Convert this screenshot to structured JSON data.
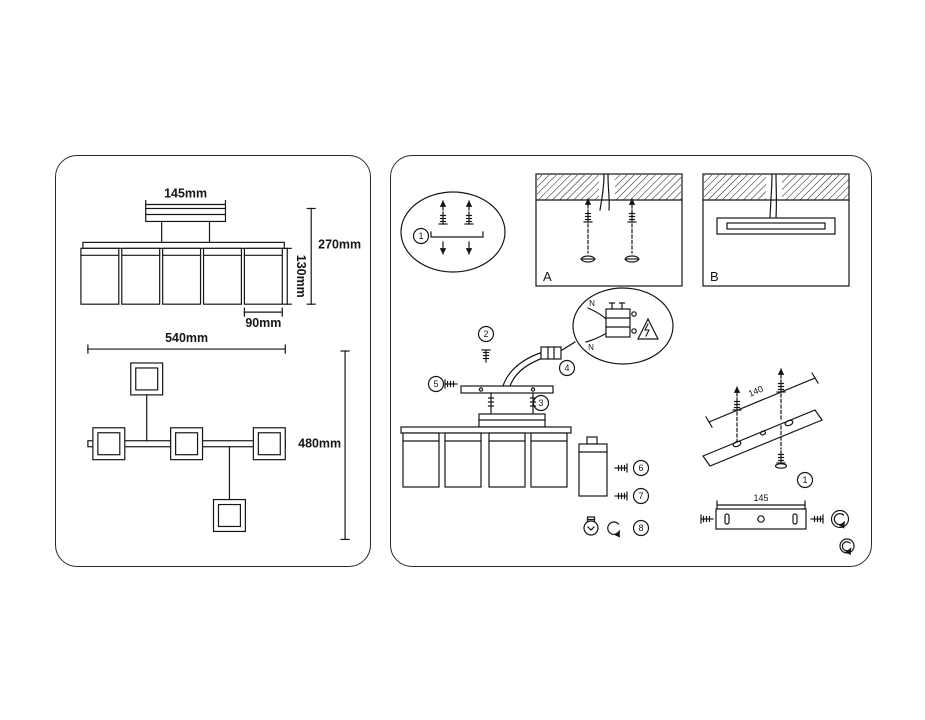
{
  "colors": {
    "ink": "#161616",
    "background": "#ffffff"
  },
  "left_panel": {
    "front_view": {
      "canopy_width": "145mm",
      "total_height": "270mm",
      "shade_height": "130mm",
      "shade_width": "90mm"
    },
    "plan_view": {
      "width": "540mm",
      "depth": "480mm"
    }
  },
  "right_panel": {
    "mount_options": {
      "a": "A",
      "b": "B"
    },
    "steps": {
      "s1": "1",
      "s2": "2",
      "s3": "3",
      "s4": "4",
      "s5": "5",
      "s6": "6",
      "s7": "7",
      "s8": "8"
    },
    "terminal_detail": {
      "label_top": "N",
      "label_bottom": "N"
    },
    "bracket_3d": {
      "length": "140",
      "step": "1"
    },
    "bracket_flat": {
      "length": "145"
    }
  }
}
